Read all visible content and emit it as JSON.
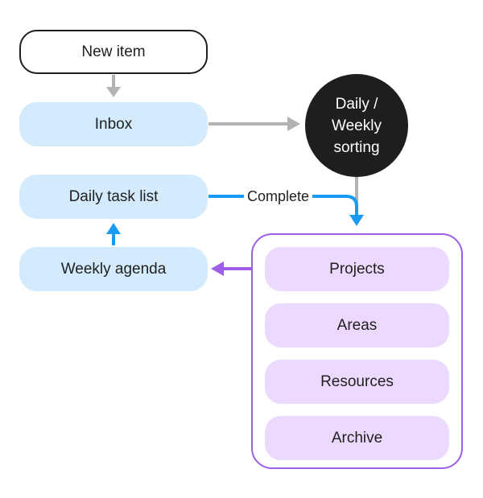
{
  "nodes": {
    "new_item": "New item",
    "inbox": "Inbox",
    "daily_task_list": "Daily task list",
    "weekly_agenda": "Weekly agenda",
    "sorting_line1": "Daily /",
    "sorting_line2": "Weekly",
    "sorting_line3": "sorting"
  },
  "para_group": {
    "projects": "Projects",
    "areas": "Areas",
    "resources": "Resources",
    "archive": "Archive"
  },
  "edges": {
    "complete_label": "Complete"
  },
  "colors": {
    "gray_arrow": "#b3b3b3",
    "blue_arrow": "#1a9bf3",
    "purple_arrow": "#9e5ee8",
    "blue_fill": "#d3ebfc",
    "purple_fill": "#ebdafd",
    "dark_fill": "#1e1e1e"
  }
}
